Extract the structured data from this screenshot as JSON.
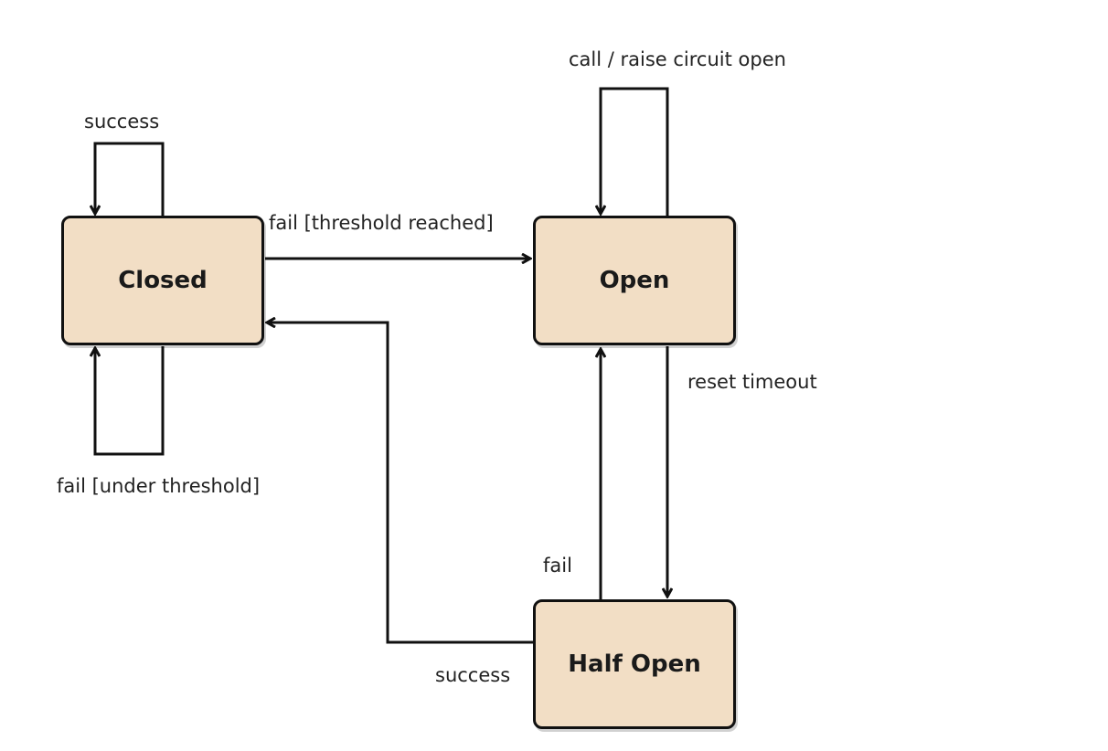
{
  "states": {
    "closed": "Closed",
    "open": "Open",
    "half_open": "Half Open"
  },
  "transitions": {
    "closed_success": "success",
    "closed_fail_under": "fail [under threshold]",
    "closed_to_open": "fail [threshold reached]",
    "open_self": "call / raise circuit open",
    "open_to_half_open": "reset timeout",
    "half_open_to_open": "fail",
    "half_open_to_closed": "success"
  },
  "colors": {
    "state_fill": "#f2dec5",
    "stroke": "#111111"
  }
}
